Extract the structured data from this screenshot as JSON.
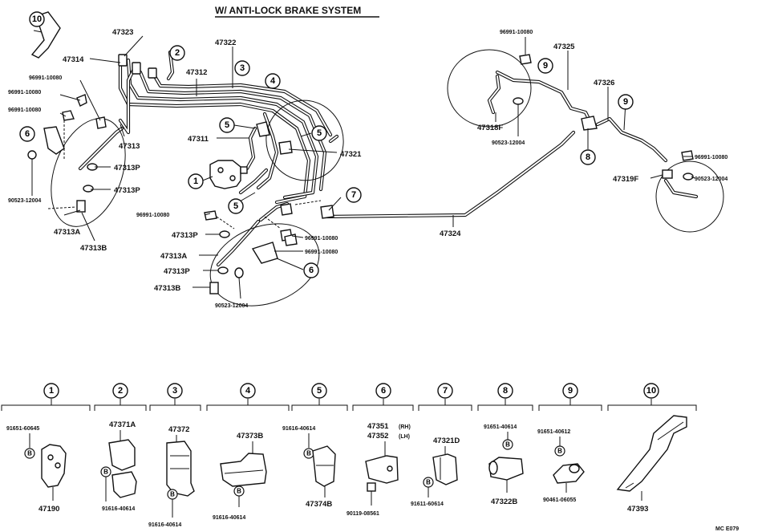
{
  "title": "W/ ANTI-LOCK BRAKE SYSTEM",
  "corner_code": "MC E079",
  "circled_numbers": [
    "10",
    "2",
    "3",
    "4",
    "5",
    "5",
    "1",
    "5",
    "7",
    "8",
    "9",
    "9",
    "6",
    "6"
  ],
  "labels": {
    "p47323": "47323",
    "p47322": "47322",
    "p47314": "47314",
    "p47312": "47312",
    "p96991_a": "96991-10080",
    "p96991_b": "96991-10080",
    "p96991_c": "96991-10080",
    "p47311": "47311",
    "p47313": "47313",
    "p47313P_a": "47313P",
    "p47313P_b": "47313P",
    "p90523_a": "90523-12004",
    "p47313A_a": "47313A",
    "p47313B_a": "47313B",
    "p47321": "47321",
    "p96991_d": "96991-10080",
    "p47313P_c": "47313P",
    "p47313A_b": "47313A",
    "p47313P_d": "47313P",
    "p47313B_b": "47313B",
    "p90523_b": "90523-12004",
    "p96991_e": "96991-10080",
    "p96991_f": "96991-10080",
    "p47324": "47324",
    "p96991_g": "96991-10080",
    "p47325": "47325",
    "p47318F": "47318F",
    "p90523_c": "90523-12004",
    "p47326": "47326",
    "p96991_h": "96991-10080",
    "p47319F": "47319F",
    "p90523_d": "90523-12004"
  },
  "legend": [
    {
      "num": "1",
      "parts": [
        "91651-60645",
        "47190"
      ]
    },
    {
      "num": "2",
      "parts": [
        "47371A",
        "91616-40614"
      ]
    },
    {
      "num": "3",
      "parts": [
        "47372",
        "91616-40614"
      ]
    },
    {
      "num": "4",
      "parts": [
        "47373B",
        "91616-40614"
      ]
    },
    {
      "num": "5",
      "parts": [
        "91616-40614",
        "47374B"
      ]
    },
    {
      "num": "6",
      "parts": [
        "47351",
        "(RH)",
        "47352",
        "(LH)",
        "90119-08561"
      ]
    },
    {
      "num": "7",
      "parts": [
        "47321D",
        "91611-60614"
      ]
    },
    {
      "num": "8",
      "parts": [
        "91651-40614",
        "47322B"
      ]
    },
    {
      "num": "9",
      "parts": [
        "91651-40612",
        "90461-06055"
      ]
    },
    {
      "num": "10",
      "parts": [
        "47393"
      ]
    }
  ],
  "bolt_mark": "B"
}
